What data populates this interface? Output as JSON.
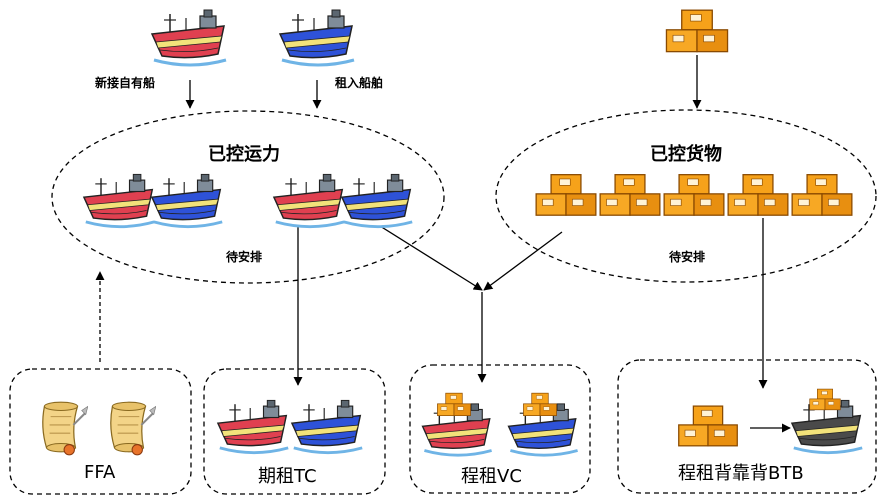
{
  "top": {
    "own_ship_label": "新接自有船",
    "charter_in_label": "租入船舶"
  },
  "capacity": {
    "title": "已控运力",
    "pending_label": "待安排"
  },
  "cargo": {
    "title": "已控货物",
    "pending_label": "待安排"
  },
  "outputs": {
    "ffa": "FFA",
    "tc": "期租TC",
    "vc": "程租VC",
    "btb": "程租背靠背BTB"
  }
}
